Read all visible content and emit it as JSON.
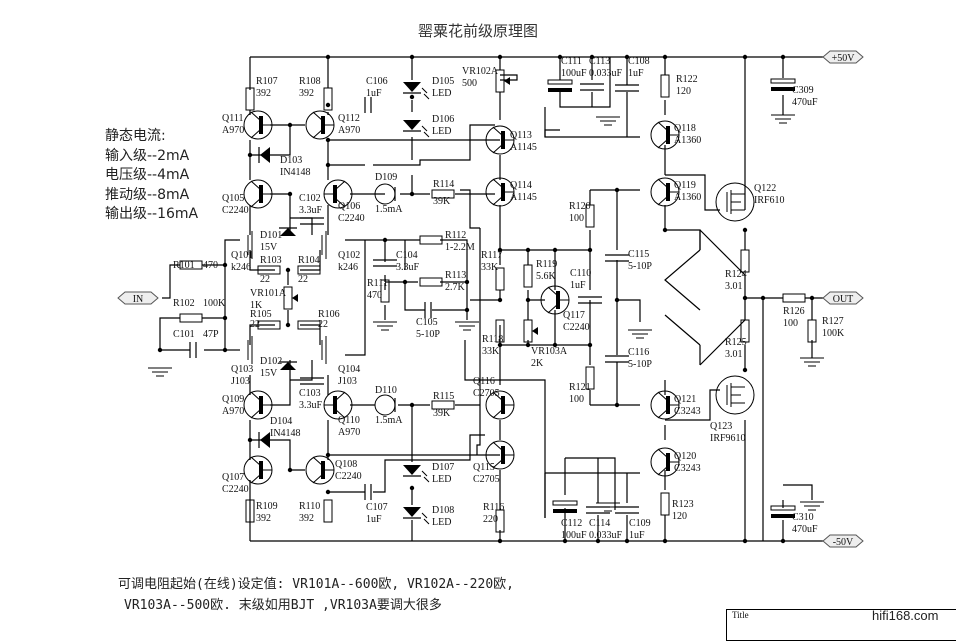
{
  "title": "罂粟花前级原理图",
  "quiescent_notes": {
    "heading": "静态电流:",
    "lines": [
      "输入级--2mA",
      "电压级--4mA",
      "推动级--8mA",
      "输出级--16mA"
    ]
  },
  "footer_notes": [
    "可调电阻起始(在线)设定值: VR101A--600欧, VR102A--220欧,",
    "VR103A--500欧. 末级如用BJT ,VR103A要调大很多"
  ],
  "title_block": {
    "label": "Title",
    "site": "hifi168.com"
  },
  "ports": {
    "in": "IN",
    "out": "OUT",
    "vpos": "+50V",
    "vneg": "-50V"
  },
  "components": {
    "R101": [
      "R101",
      "470"
    ],
    "R102": [
      "R102",
      "100K"
    ],
    "C101": [
      "C101",
      "47P"
    ],
    "Q101": [
      "Q101",
      "k246"
    ],
    "Q102": [
      "Q102",
      "k246"
    ],
    "Q103": [
      "Q103",
      "J103"
    ],
    "Q104": [
      "Q104",
      "J103"
    ],
    "D101": [
      "D101",
      "15V"
    ],
    "D102": [
      "D102",
      "15V"
    ],
    "R103": [
      "R103",
      "22"
    ],
    "R104": [
      "R104",
      "22"
    ],
    "R105": [
      "R105",
      "22"
    ],
    "R106": [
      "R106",
      "22"
    ],
    "VR101A": [
      "VR101A",
      "1K"
    ],
    "C102": [
      "C102",
      "3.3uF"
    ],
    "C103": [
      "C103",
      "3.3uF"
    ],
    "Q105": [
      "Q105",
      "C2240"
    ],
    "Q106": [
      "Q106",
      "C2240"
    ],
    "Q107": [
      "Q107",
      "C2240"
    ],
    "Q108": [
      "Q108",
      "C2240"
    ],
    "Q109": [
      "Q109",
      "A970"
    ],
    "Q110": [
      "Q110",
      "A970"
    ],
    "Q111": [
      "Q111",
      "A970"
    ],
    "Q112": [
      "Q112",
      "A970"
    ],
    "R107": [
      "R107",
      "392"
    ],
    "R108": [
      "R108",
      "392"
    ],
    "R109": [
      "R109",
      "392"
    ],
    "R110": [
      "R110",
      "392"
    ],
    "D103": [
      "D103",
      "IN4148"
    ],
    "D104": [
      "D104",
      "IN4148"
    ],
    "C106": [
      "C106",
      "1uF"
    ],
    "C107": [
      "C107",
      "1uF"
    ],
    "D105": [
      "D105",
      "LED"
    ],
    "D106": [
      "D106",
      "LED"
    ],
    "D107": [
      "D107",
      "LED"
    ],
    "D108": [
      "D108",
      "LED"
    ],
    "D109": [
      "D109",
      "1.5mA"
    ],
    "D110": [
      "D110",
      "1.5mA"
    ],
    "R114": [
      "R114",
      "39K"
    ],
    "R115": [
      "R115",
      "39K"
    ],
    "R111": [
      "R111",
      "470"
    ],
    "R112": [
      "R112",
      "1-2.2M"
    ],
    "R113": [
      "R113",
      "2.7K"
    ],
    "C104": [
      "C104",
      "3.3uF"
    ],
    "C105": [
      "C105",
      "5-10P"
    ],
    "VR102A": [
      "VR102A",
      "500"
    ],
    "Q113": [
      "Q113",
      "A1145"
    ],
    "Q114": [
      "Q114",
      "A1145"
    ],
    "Q115": [
      "Q115",
      "C2705"
    ],
    "Q116": [
      "Q116",
      "C2705"
    ],
    "C111": [
      "C111",
      "100uF"
    ],
    "C113": [
      "C113",
      "0.033uF"
    ],
    "C108": [
      "C108",
      "1uF"
    ],
    "C112": [
      "C112",
      "100uF"
    ],
    "C114": [
      "C114",
      "0.033uF"
    ],
    "C109": [
      "C109",
      "1uF"
    ],
    "R116": [
      "R116",
      "220"
    ],
    "R117": [
      "R117",
      "33K"
    ],
    "R118": [
      "R118",
      "33K"
    ],
    "R119": [
      "R119",
      "5.6K"
    ],
    "Q117": [
      "Q117",
      "C2240"
    ],
    "VR103A": [
      "VR103A",
      "2K"
    ],
    "C110": [
      "C110",
      "1uF"
    ],
    "R120": [
      "R120",
      "100"
    ],
    "R121": [
      "R121",
      "100"
    ],
    "C115": [
      "C115",
      "5-10P"
    ],
    "C116": [
      "C116",
      "5-10P"
    ],
    "Q118": [
      "Q118",
      "A1360"
    ],
    "Q119": [
      "Q119",
      "A1360"
    ],
    "Q120": [
      "Q120",
      "C3243"
    ],
    "Q121": [
      "Q121",
      "C3243"
    ],
    "R122": [
      "R122",
      "120"
    ],
    "R123": [
      "R123",
      "120"
    ],
    "Q122": [
      "Q122",
      "IRF610"
    ],
    "Q123": [
      "Q123",
      "IRF9610"
    ],
    "R124": [
      "R124",
      "3.01"
    ],
    "R125": [
      "R125",
      "3.01"
    ],
    "R126": [
      "R126",
      "100"
    ],
    "R127": [
      "R127",
      "100K"
    ],
    "C309": [
      "C309",
      "470uF"
    ],
    "C310": [
      "C310",
      "470uF"
    ]
  }
}
